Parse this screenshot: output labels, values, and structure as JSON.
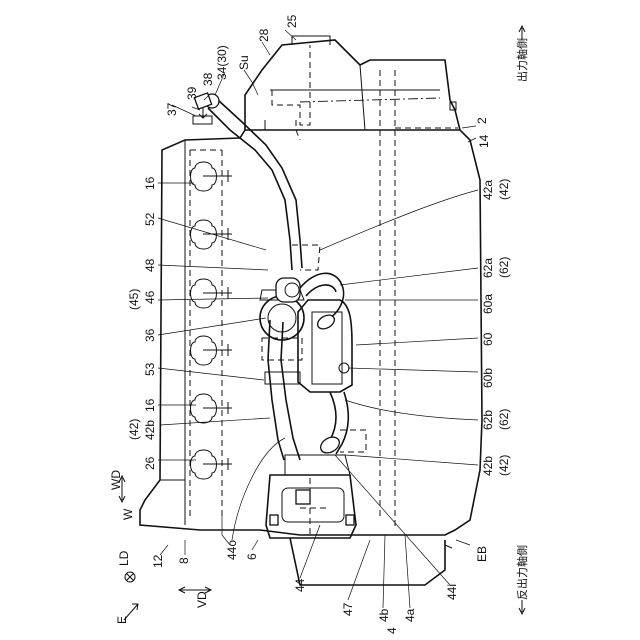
{
  "figure": {
    "labels": {
      "l25": "25",
      "l28": "28",
      "lSu": "Su",
      "l34": "34(30)",
      "l38": "38",
      "l39": "39",
      "l37": "37",
      "l2": "2",
      "l14": "14",
      "l16a": "16",
      "l52": "52",
      "l48": "48",
      "l46": "46",
      "l45": "(45)",
      "l36": "36",
      "l53": "53",
      "l16b": "16",
      "l42b_top": "42b",
      "l42_paren": "(42)",
      "l26": "26",
      "lWD": "WD",
      "lW": "W",
      "lLD": "LD",
      "l12": "12",
      "l8": "8",
      "lVD": "VD",
      "lE": "E",
      "l44o": "44o",
      "l6": "6",
      "l44": "44",
      "l47": "47",
      "l4b": "4b",
      "l4": "4",
      "l4a": "4a",
      "l44i": "44i",
      "lEB": "EB",
      "l42a": "42a",
      "l42a_p": "(42)",
      "l62a": "62a",
      "l62a_p": "(62)",
      "l60a": "60a",
      "l60": "60",
      "l60b": "60b",
      "l62b": "62b",
      "l62b_p": "(62)",
      "l42b_r": "42b",
      "l42b_rp": "(42)",
      "out_side": "出力軸側",
      "anti_out_side": "反出力軸側"
    }
  }
}
